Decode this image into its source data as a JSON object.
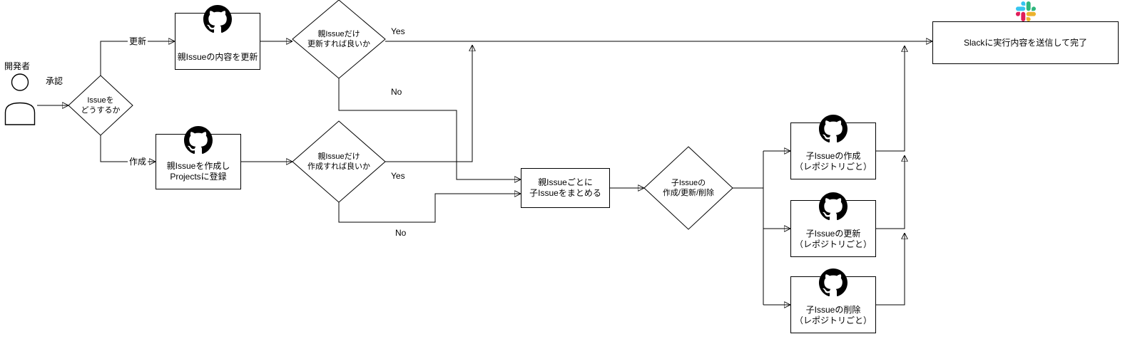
{
  "colors": {
    "stroke": "#000000",
    "node_fill": "#ffffff",
    "github_black": "#000000",
    "slack_blue": "#36C5F0",
    "slack_green": "#2EB67D",
    "slack_yellow": "#ECB22E",
    "slack_red": "#E01E5A"
  },
  "icons": {
    "person": "person-icon",
    "github": "github-icon",
    "slack": "slack-icon"
  },
  "actor": {
    "label": "開発者"
  },
  "edges": {
    "approve": "承認",
    "update": "更新",
    "create": "作成",
    "update_only_yes": "Yes",
    "update_only_no": "No",
    "create_only_yes": "Yes",
    "create_only_no": "No"
  },
  "nodes": {
    "decision_issue": {
      "line1": "Issueを",
      "line2": "どうするか"
    },
    "update_parent": {
      "label": "親Issueの内容を更新"
    },
    "create_parent": {
      "line1": "親Issueを作成し",
      "line2": "Projectsに登録"
    },
    "decision_update_only": {
      "line1": "親Issueだけ",
      "line2": "更新すれば良いか"
    },
    "decision_create_only": {
      "line1": "親Issueだけ",
      "line2": "作成すれば良いか"
    },
    "group_children": {
      "line1": "親Issueごとに",
      "line2": "子Issueをまとめる"
    },
    "decision_child_ops": {
      "line1": "子Issueの",
      "line2": "作成/更新/削除"
    },
    "create_child": {
      "line1": "子Issueの作成",
      "line2": "（レポジトリごと）"
    },
    "update_child": {
      "line1": "子Issueの更新",
      "line2": "（レポジトリごと）"
    },
    "delete_child": {
      "line1": "子Issueの削除",
      "line2": "（レポジトリごと）"
    },
    "slack_done": {
      "label": "Slackに実行内容を送信して完了"
    }
  }
}
